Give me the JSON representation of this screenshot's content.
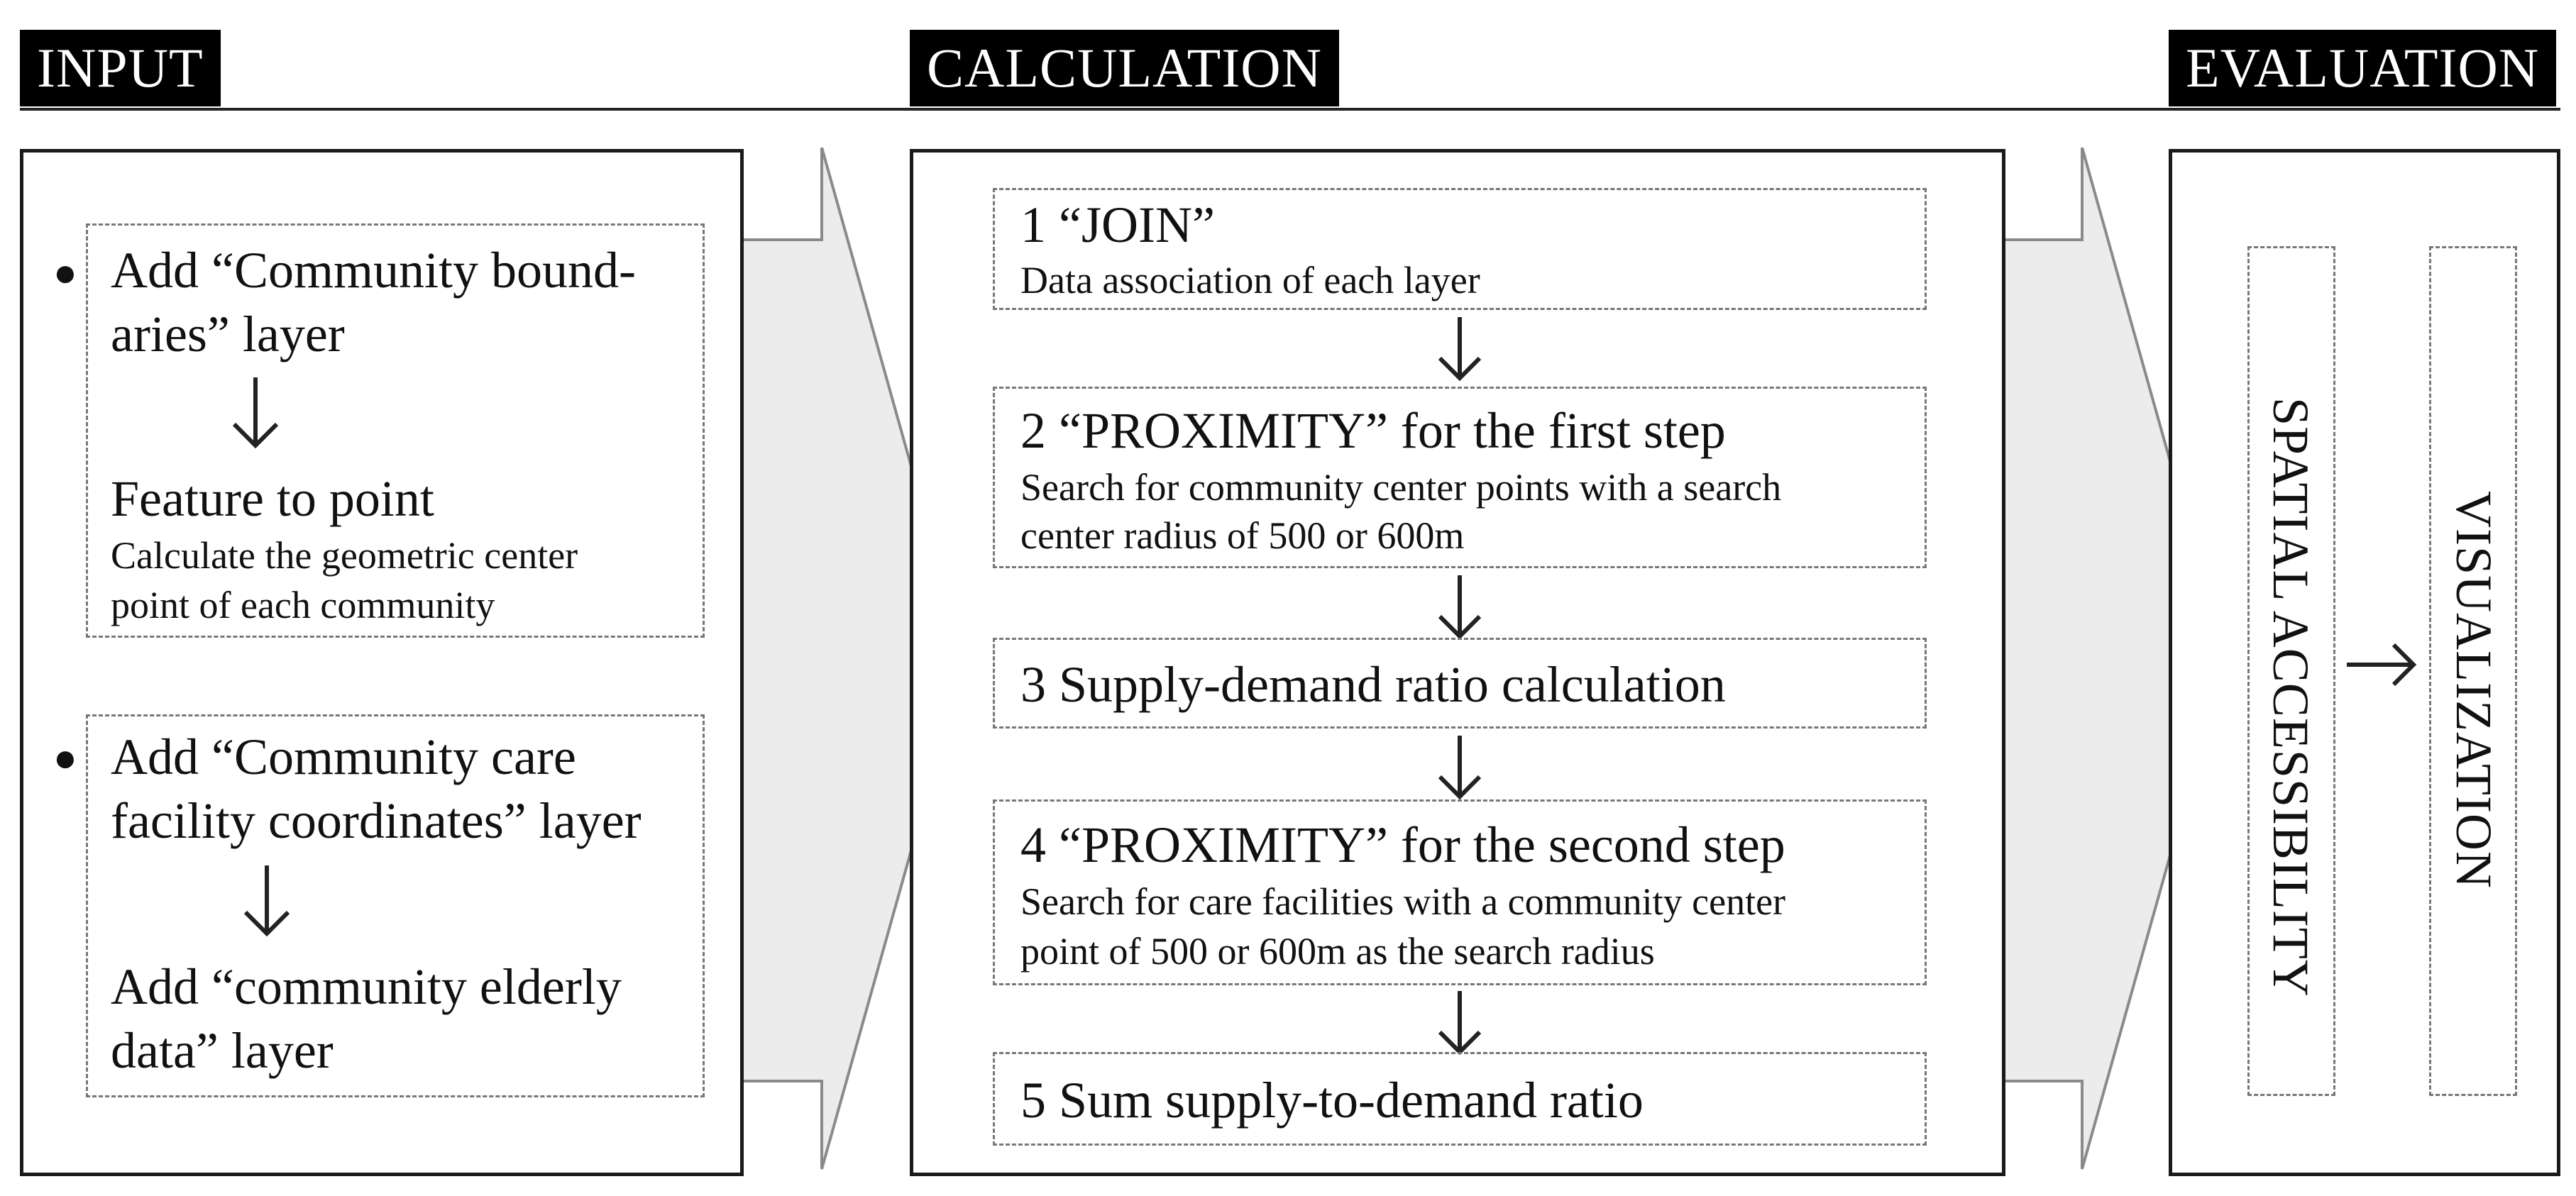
{
  "header": {
    "input_tab": "INPUT",
    "calculation_tab": "CALCULATION",
    "evaluation_tab": "EVALUATION"
  },
  "input": {
    "block1": {
      "line1": "Add “Community bound-",
      "line2": "aries” layer",
      "sub_title": "Feature to point",
      "sub_line1": "Calculate the geometric center",
      "sub_line2": "point of each community"
    },
    "block2": {
      "line1": "Add “Community care",
      "line2": "facility coordinates” layer",
      "line3": "Add “community elderly",
      "line4": "data” layer"
    }
  },
  "calculation": {
    "step1": {
      "title": "1 “JOIN”",
      "line1": "Data association of each layer"
    },
    "step2": {
      "title": "2 “PROXIMITY” for the first step",
      "line1": "Search for community center points with a search",
      "line2": "center radius of 500 or 600m"
    },
    "step3": {
      "title": "3 Supply-demand ratio calculation"
    },
    "step4": {
      "title": "4 “PROXIMITY” for the second step",
      "line1": "Search for care facilities with a community center",
      "line2": "point of 500 or 600m as the search radius"
    },
    "step5": {
      "title": "5 Sum supply-to-demand ratio"
    }
  },
  "evaluation": {
    "left_label": "SPATIAL ACCESSIBILITY",
    "right_label": "VISUALIZATION"
  },
  "colors": {
    "tab_background": "#000000",
    "chevron_fill": "#ececec",
    "chevron_stroke": "#8a8a8a",
    "dash_border": "#777777"
  }
}
